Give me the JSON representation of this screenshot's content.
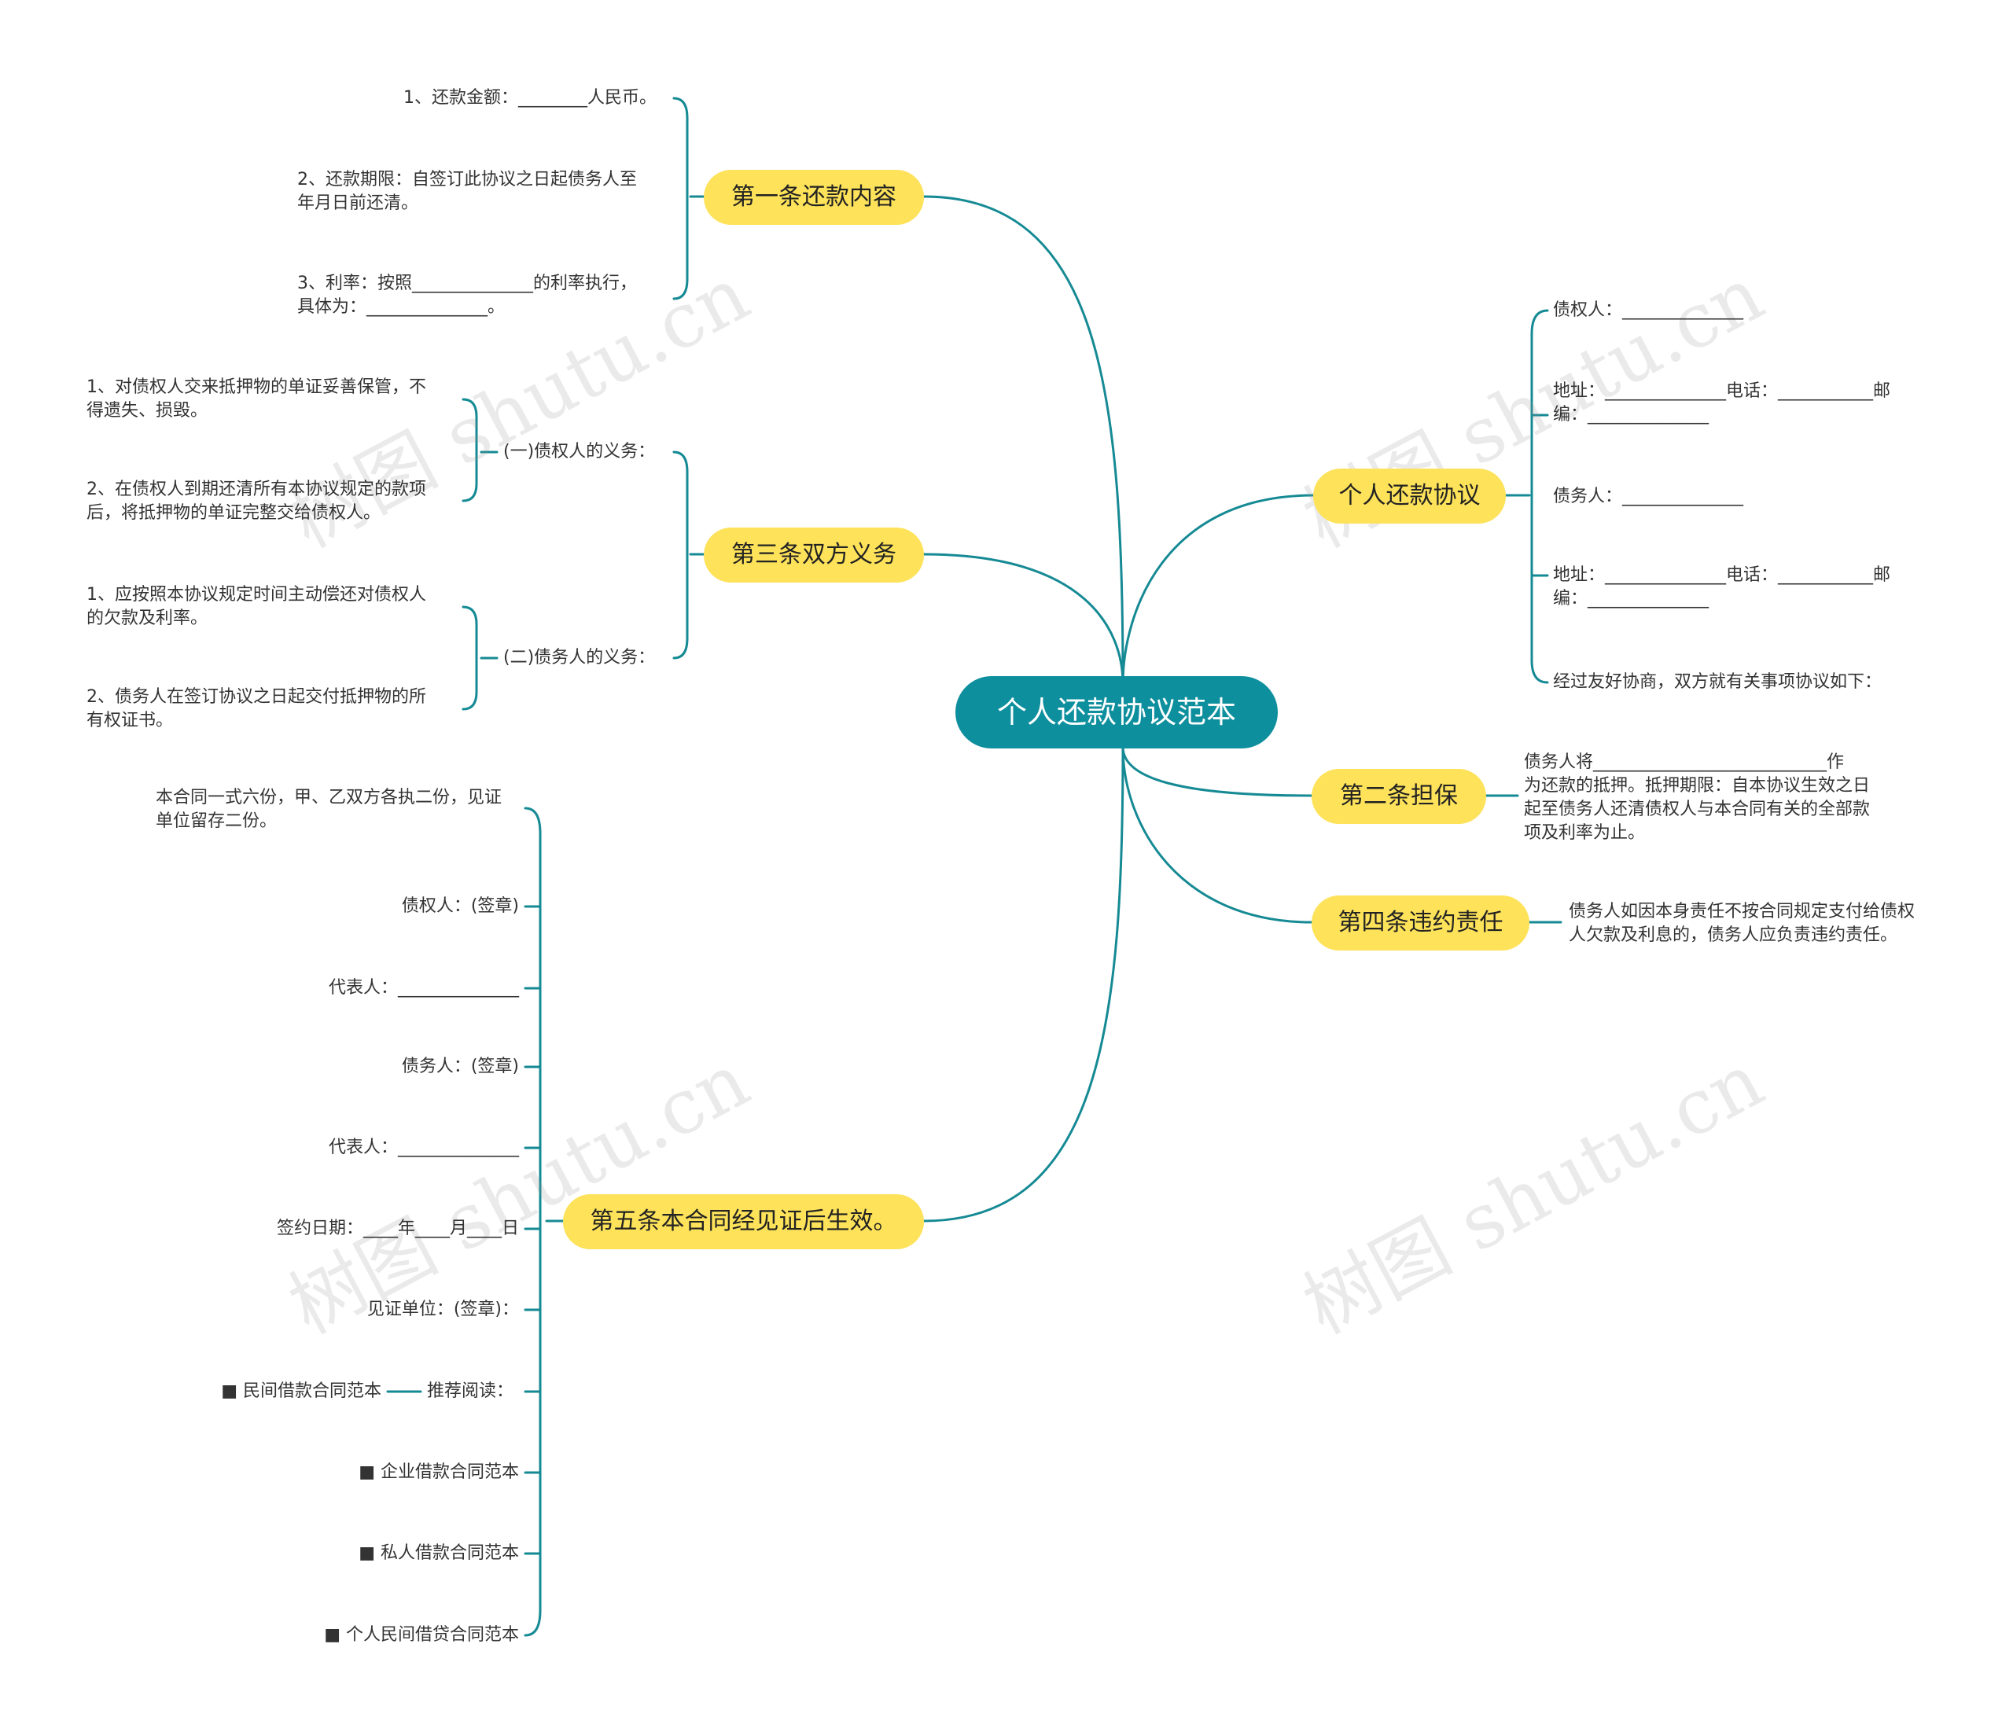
{
  "root": "个人还款协议范本",
  "watermark": "树图 shutu.cn",
  "colors": {
    "line": "#168a94",
    "root": "#0e8f9e",
    "topic": "#fde25a"
  },
  "topics": {
    "t1": "第一条还款内容",
    "t3": "第三条双方义务",
    "t5": "第五条本合同经见证后生效。",
    "t_main": "个人还款协议",
    "t2": "第二条担保",
    "t4": "第四条违约责任"
  },
  "t1_items": [
    "1、还款金额：________人民币。",
    "2、还款期限：自签订此协议之日起债务人至\n年月日前还清。",
    "3、利率：按照______________的利率执行，\n具体为：______________。"
  ],
  "t3_sub": {
    "a": "(一)债权人的义务：",
    "b": "(二)债务人的义务："
  },
  "t3_a_items": [
    "1、对债权人交来抵押物的单证妥善保管，不\n得遗失、损毁。",
    "2、在债权人到期还清所有本协议规定的款项\n后，将抵押物的单证完整交给债权人。"
  ],
  "t3_b_items": [
    "1、应按照本协议规定时间主动偿还对债权人\n的欠款及利率。",
    "2、债务人在签订协议之日起交付抵押物的所\n有权证书。"
  ],
  "t5_items": [
    "本合同一式六份，甲、乙双方各执二份，见证\n单位留存二份。",
    "债权人：(签章)",
    "代表人：______________",
    "债务人：(签章)",
    "代表人：______________",
    "签约日期：____年____月____日",
    "见证单位：(签章)：",
    "推荐阅读：",
    "■ 企业借款合同范本",
    "■ 私人借款合同范本",
    "■ 个人民间借贷合同范本"
  ],
  "t5_recommend_child": "■ 民间借款合同范本",
  "main_items": [
    "债权人：______________",
    "地址：______________电话：___________邮\n编：______________",
    "债务人：______________",
    "地址：______________电话：___________邮\n编：______________",
    "经过友好协商，双方就有关事项协议如下："
  ],
  "t2_text": "债务人将___________________________作\n为还款的抵押。抵押期限：自本协议生效之日\n起至债务人还清债权人与本合同有关的全部款\n项及利率为止。",
  "t4_text": "债务人如因本身责任不按合同规定支付给债权\n人欠款及利息的，债务人应负责违约责任。"
}
